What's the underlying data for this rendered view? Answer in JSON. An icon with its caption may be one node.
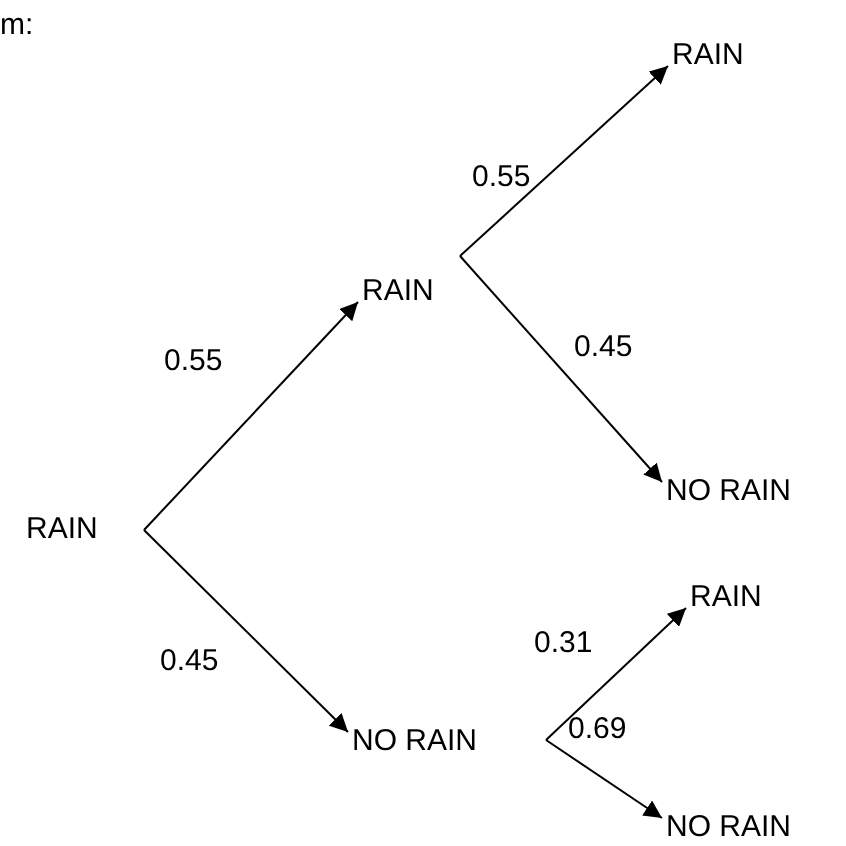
{
  "diagram": {
    "nodes": [
      {
        "text": [
          "RAIN"
        ]
      },
      {
        "text": [
          "RAIN"
        ]
      },
      {
        "text": [
          "NO RAIN"
        ]
      },
      {
        "text": [
          "RAIN"
        ]
      },
      {
        "text": [
          "NO RAIN"
        ]
      },
      {
        "text": [
          "RAIN"
        ]
      },
      {
        "text": [
          "NO RAIN"
        ]
      }
    ],
    "edges": [
      {
        "from": 0,
        "to": 1,
        "arrow": "to",
        "label": "0.55"
      },
      {
        "from": 0,
        "to": 2,
        "arrow": "to",
        "label": "0.45"
      },
      {
        "from": 1,
        "to": 3,
        "arrow": "to",
        "label": "0.55"
      },
      {
        "from": 1,
        "to": 4,
        "arrow": "to",
        "label": "0.45"
      },
      {
        "from": 2,
        "to": 5,
        "arrow": "to",
        "label": "0.31"
      },
      {
        "from": 2,
        "to": 6,
        "arrow": "to",
        "label": "0.69"
      }
    ],
    "labels": [
      "m:"
    ]
  }
}
